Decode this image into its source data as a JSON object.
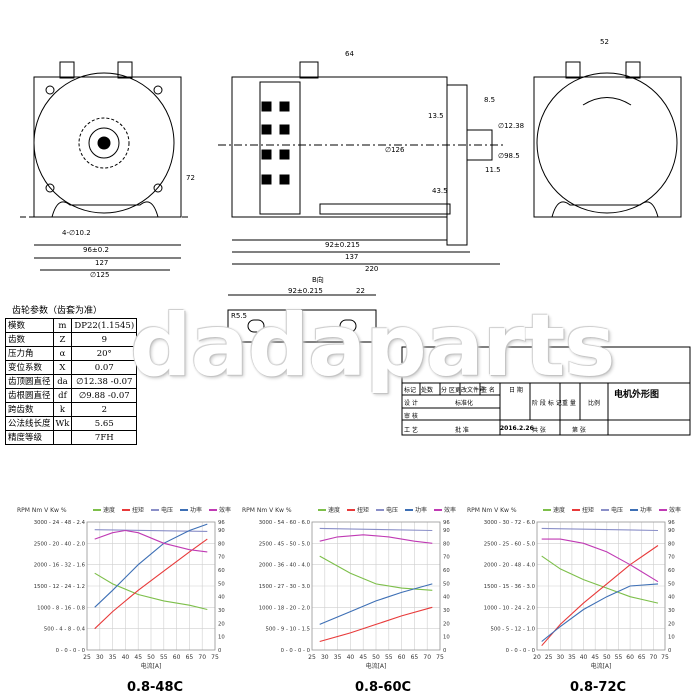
{
  "spec_table": {
    "title": "齿轮参数（齿套为准）",
    "rows": [
      {
        "name": "模数",
        "sym": "m",
        "val": "DP22(1.1545)"
      },
      {
        "name": "齿数",
        "sym": "Z",
        "val": "9"
      },
      {
        "name": "压力角",
        "sym": "α",
        "val": "20°"
      },
      {
        "name": "变位系数",
        "sym": "X",
        "val": "0.07"
      },
      {
        "name": "齿顶圆直径",
        "sym": "da",
        "val": "∅12.38 -0.07"
      },
      {
        "name": "齿根圆直径",
        "sym": "df",
        "val": "∅9.88 -0.07"
      },
      {
        "name": "跨齿数",
        "sym": "k",
        "val": "2"
      },
      {
        "name": "公法线长度",
        "sym": "Wk",
        "val": "5.65"
      },
      {
        "name": "精度等级",
        "sym": "",
        "val": "7FH"
      }
    ]
  },
  "dimensions": {
    "front_width": "96±0.2",
    "front_total": "127",
    "front_dia": "∅125",
    "front_height": "72",
    "front_holes": "4-∅10.2",
    "side_len1": "92±0.215",
    "side_len2": "137",
    "side_len3": "220",
    "side_top": "64",
    "side_dia1": "∅126",
    "side_dia2": "∅12.38",
    "side_dia3": "∅98.5",
    "side_small1": "13.5",
    "side_small2": "11.5",
    "side_small3": "8.5",
    "side_small4": "43.5",
    "bracket_len": "92±0.215",
    "bracket_small": "22",
    "bracket_hole": "R5.5",
    "rear_top": "52",
    "side_section": "B向"
  },
  "title_block": {
    "headers": [
      "标记",
      "处数",
      "分 区",
      "更改文件号",
      "签 名",
      "日 期"
    ],
    "rows": [
      "设 计",
      "审 核",
      "工 艺"
    ],
    "std": "标准化",
    "approve": "批 准",
    "date": "2016.2.26",
    "stage": "阶 段 标 记",
    "weight": "重 量",
    "scale": "比例",
    "total": "共    张",
    "sheet": "第    张",
    "title": "电机外形图"
  },
  "watermark": "dadaparts",
  "chart_data": [
    {
      "type": "line",
      "caption": "0.8-48C",
      "y_title": "RPM Nm V Kw %",
      "xlabel": "电流[A]",
      "legend": [
        "速度",
        "扭矩",
        "电压",
        "功率",
        "效率"
      ],
      "x_ticks": [
        25,
        30,
        35,
        40,
        45,
        50,
        55,
        60,
        65,
        70,
        75
      ],
      "y_left_ticks": [
        "0 - 0 - 0 - 0",
        "500 - 4 - 8 - 0.4",
        "1000 - 8 - 16 - 0.8",
        "1500 - 12 - 24 - 1.2",
        "2000 - 16 - 32 - 1.6",
        "2500 - 20 - 40 - 2.0",
        "3000 - 24 - 48 - 2.4"
      ],
      "y_right_ticks": [
        "0",
        "10",
        "20",
        "30",
        "40",
        "50",
        "60",
        "70",
        "80",
        "90",
        "96"
      ],
      "series": [
        {
          "name": "速度",
          "x": [
            28,
            35,
            45,
            55,
            65,
            72
          ],
          "y": [
            1800,
            1550,
            1300,
            1150,
            1050,
            950
          ]
        },
        {
          "name": "扭矩",
          "x": [
            28,
            35,
            45,
            55,
            65,
            72
          ],
          "y": [
            500,
            900,
            1400,
            1850,
            2300,
            2600
          ]
        },
        {
          "name": "电压",
          "x": [
            28,
            72
          ],
          "y": [
            2820,
            2780
          ]
        },
        {
          "name": "功率",
          "x": [
            28,
            35,
            45,
            55,
            65,
            72
          ],
          "y": [
            1000,
            1400,
            2000,
            2500,
            2800,
            2950
          ]
        },
        {
          "name": "效率",
          "x": [
            28,
            35,
            40,
            45,
            55,
            65,
            72
          ],
          "y": [
            2600,
            2750,
            2800,
            2750,
            2500,
            2350,
            2300
          ]
        }
      ]
    },
    {
      "type": "line",
      "caption": "0.8-60C",
      "y_title": "RPM Nm V Kw %",
      "xlabel": "电流[A]",
      "legend": [
        "速度",
        "扭矩",
        "电压",
        "功率",
        "效率"
      ],
      "x_ticks": [
        25,
        30,
        35,
        40,
        45,
        50,
        55,
        60,
        65,
        70,
        75
      ],
      "y_left_ticks": [
        "0 - 0 - 0 - 0",
        "500 - 9 - 10 - 1.5",
        "1000 - 18 - 20 - 2.0",
        "1500 - 27 - 30 - 3.0",
        "2000 - 36 - 40 - 4.0",
        "2500 - 45 - 50 - 5.0",
        "3000 - 54 - 60 - 6.0"
      ],
      "y_right_ticks": [
        "0",
        "10",
        "20",
        "30",
        "40",
        "50",
        "60",
        "70",
        "80",
        "90",
        "96"
      ],
      "series": [
        {
          "name": "速度",
          "x": [
            28,
            40,
            50,
            60,
            72
          ],
          "y": [
            2200,
            1800,
            1550,
            1450,
            1400
          ]
        },
        {
          "name": "扭矩",
          "x": [
            28,
            40,
            50,
            60,
            72
          ],
          "y": [
            200,
            400,
            600,
            800,
            1000
          ]
        },
        {
          "name": "电压",
          "x": [
            28,
            72
          ],
          "y": [
            2850,
            2800
          ]
        },
        {
          "name": "功率",
          "x": [
            28,
            40,
            50,
            60,
            72
          ],
          "y": [
            600,
            900,
            1150,
            1350,
            1550
          ]
        },
        {
          "name": "效率",
          "x": [
            28,
            35,
            45,
            55,
            65,
            72
          ],
          "y": [
            2550,
            2650,
            2700,
            2650,
            2550,
            2500
          ]
        }
      ]
    },
    {
      "type": "line",
      "caption": "0.8-72C",
      "y_title": "RPM Nm V Kw %",
      "xlabel": "电流[A]",
      "legend": [
        "速度",
        "扭矩",
        "电压",
        "功率",
        "效率"
      ],
      "x_ticks": [
        20,
        25,
        30,
        35,
        40,
        45,
        50,
        55,
        60,
        65,
        70,
        75
      ],
      "y_left_ticks": [
        "0 - 0 - 0 - 0",
        "500 - 5 - 12 - 1.0",
        "1000 - 10 - 24 - 2.0",
        "1500 - 15 - 36 - 3.0",
        "2000 - 20 - 48 - 4.0",
        "2500 - 25 - 60 - 5.0",
        "3000 - 30 - 72 - 6.0"
      ],
      "y_right_ticks": [
        "0",
        "10",
        "20",
        "30",
        "40",
        "50",
        "60",
        "70",
        "80",
        "90",
        "96"
      ],
      "series": [
        {
          "name": "速度",
          "x": [
            22,
            30,
            40,
            50,
            60,
            72
          ],
          "y": [
            2200,
            1900,
            1650,
            1450,
            1250,
            1100
          ]
        },
        {
          "name": "扭矩",
          "x": [
            22,
            30,
            40,
            50,
            60,
            72
          ],
          "y": [
            100,
            600,
            1100,
            1550,
            2000,
            2450
          ]
        },
        {
          "name": "电压",
          "x": [
            22,
            72
          ],
          "y": [
            2850,
            2800
          ]
        },
        {
          "name": "功率",
          "x": [
            22,
            30,
            40,
            50,
            60,
            72
          ],
          "y": [
            200,
            550,
            950,
            1250,
            1500,
            1550
          ]
        },
        {
          "name": "效率",
          "x": [
            22,
            30,
            40,
            50,
            60,
            72
          ],
          "y": [
            2600,
            2600,
            2500,
            2300,
            2000,
            1600
          ]
        }
      ]
    }
  ],
  "series_colors": {
    "速度": "#7dbf4a",
    "扭矩": "#e83a3a",
    "电压": "#8a8fc8",
    "功率": "#3d6fb5",
    "效率": "#c03ab4"
  }
}
